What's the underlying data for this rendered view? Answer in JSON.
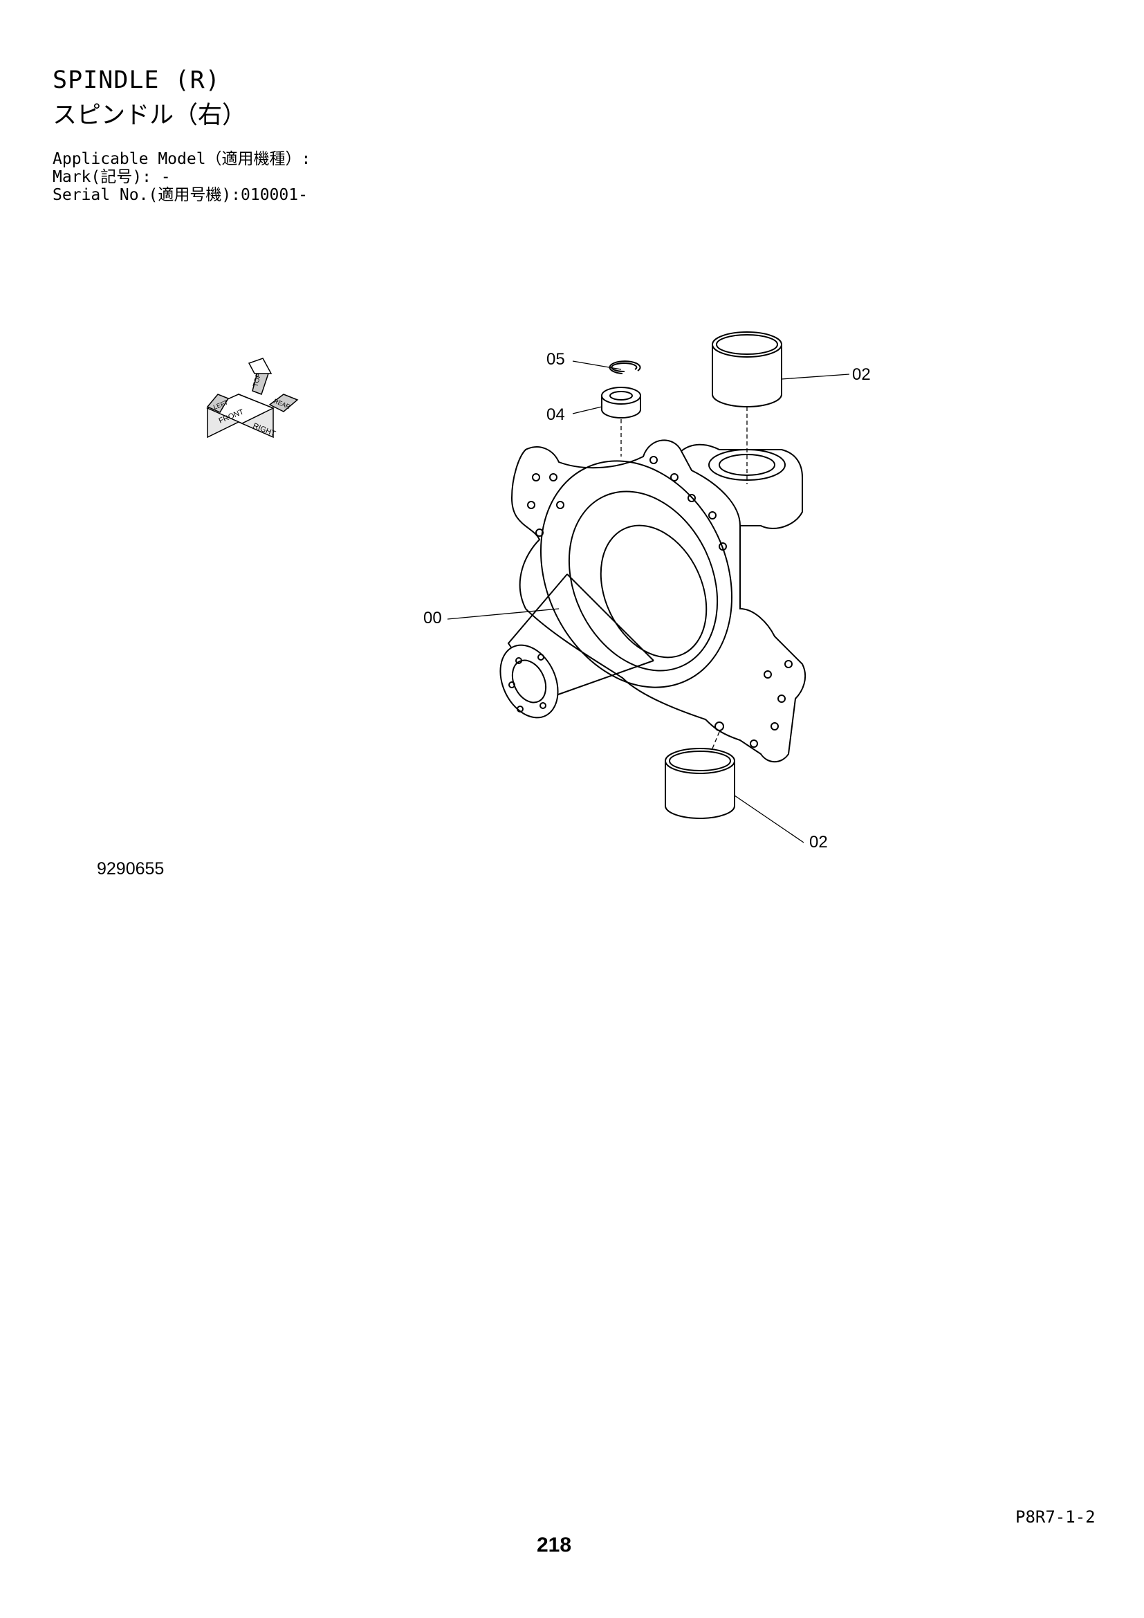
{
  "header": {
    "title_en": "SPINDLE (R)",
    "title_jp": "スピンドル（右）",
    "applicable_model": "Applicable Model（適用機種）:",
    "mark": "Mark(記号): -",
    "serial_no": "Serial No.(適用号機):010001-"
  },
  "orientation_icon": {
    "labels": [
      "FRONT",
      "RIGHT",
      "TOP",
      "LEFT",
      "REAR"
    ]
  },
  "callouts": [
    "05",
    "04",
    "02",
    "00",
    "02"
  ],
  "drawing_id": "9290655",
  "footer": {
    "page_code": "P8R7-1-2",
    "page_number": "218"
  }
}
